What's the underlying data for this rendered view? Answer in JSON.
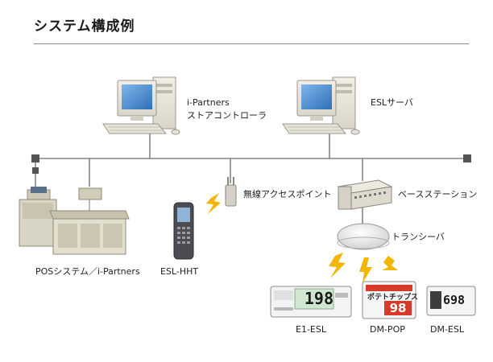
{
  "title": "システム構成例",
  "nodes": {
    "ipartners_pc": {
      "line1": "i-Partners",
      "line2": "ストアコントローラ"
    },
    "esl_server": {
      "label": "ESLサーバ"
    },
    "access_point": {
      "label": "無線アクセスポイント"
    },
    "base_station": {
      "label": "ベースステーション"
    },
    "transceiver": {
      "label": "トランシーバ"
    },
    "pos": {
      "label": "POSシステム／i-Partners"
    },
    "handheld": {
      "label": "ESL-HHT"
    },
    "tags": [
      {
        "label": "E1-ESL",
        "price": "198"
      },
      {
        "label": "DM-POP",
        "price": "98",
        "text": "ポテトチップス"
      },
      {
        "label": "DM-ESL",
        "price": "698"
      }
    ]
  },
  "colors": {
    "network_line": "#6b6b6b",
    "lightning": "#f2b600",
    "price_red": "#d63a2a",
    "lcd_green": "#cfe6cf"
  }
}
